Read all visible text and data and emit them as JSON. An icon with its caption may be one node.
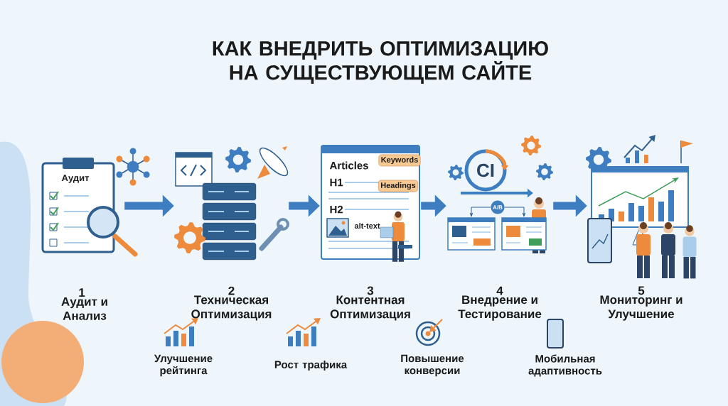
{
  "diagram": {
    "title": "КАК ВНЕДРИТЬ ОПТИМИЗАЦИЮ НА СУЩЕСТВУЮЩЕМ САЙТЕ",
    "nodes": [
      {
        "text": [
          "1",
          "Аудит и Анализ"
        ]
      },
      {
        "text": [
          "2",
          "Техническая Оптимизация"
        ]
      },
      {
        "text": [
          "3",
          "Контентная Оптимизация"
        ]
      },
      {
        "text": [
          "4",
          "Внедрение и Тестирование"
        ]
      },
      {
        "text": [
          "A/B"
        ],
        "in": 3
      },
      {
        "text": [],
        "shape": "picture",
        "in": 3
      },
      {
        "text": [],
        "shape": "picture",
        "in": 3
      },
      {
        "text": [
          "5",
          "Мониторинг и Улучшение"
        ]
      }
    ],
    "edges": [
      {
        "from": 0,
        "to": 1,
        "arrow": "to"
      },
      {
        "from": 1,
        "to": 2,
        "arrow": "to"
      },
      {
        "from": 2,
        "to": 3,
        "arrow": "to"
      },
      {
        "from": 3,
        "to": 7,
        "arrow": "to"
      },
      {
        "from": 4,
        "to": 5,
        "arrow": "to"
      },
      {
        "from": 4,
        "to": 6,
        "arrow": "to"
      }
    ],
    "labels": [
      "Аудит",
      "Articles",
      "Keywords",
      "H1",
      "Headings",
      "H2",
      "alt-text",
      "CI",
      "Улучшение рейтинга",
      "Рост трафика",
      "Повышение конверсии",
      "Мобильная адаптивность"
    ]
  }
}
